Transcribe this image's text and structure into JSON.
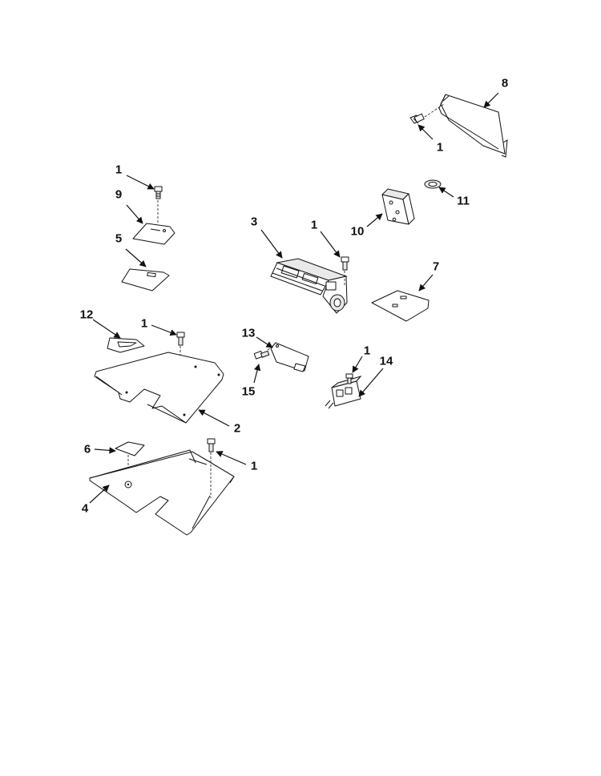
{
  "callouts": {
    "c_8": "8",
    "c_1a": "1",
    "c_11": "11",
    "c_10": "10",
    "c_1b": "1",
    "c_9": "9",
    "c_5": "5",
    "c_3": "3",
    "c_1c": "1",
    "c_7": "7",
    "c_12": "12",
    "c_1d": "1",
    "c_13": "13",
    "c_15": "15",
    "c_1e": "1",
    "c_14": "14",
    "c_2": "2",
    "c_6": "6",
    "c_1f": "1",
    "c_4": "4"
  }
}
